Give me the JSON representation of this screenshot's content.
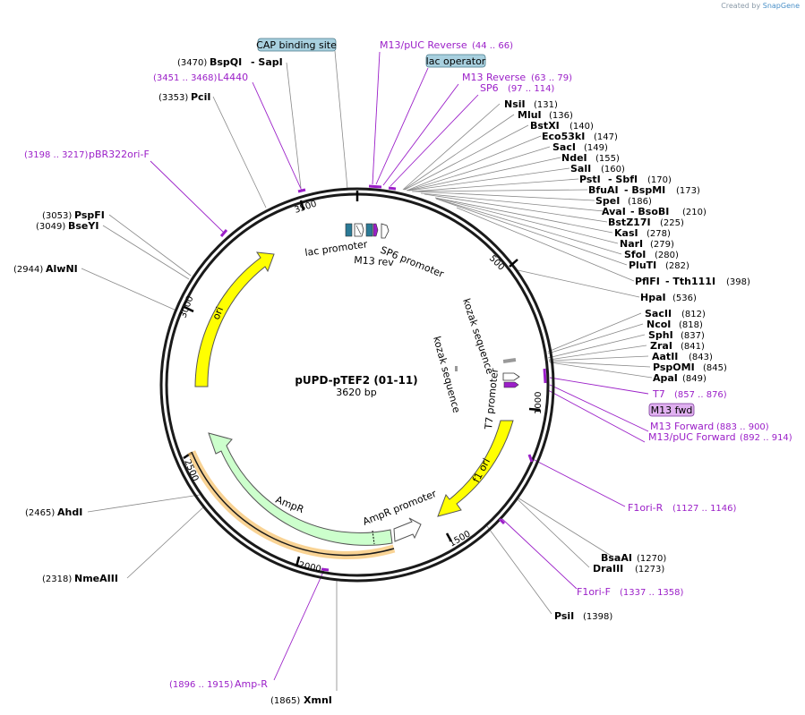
{
  "credit": {
    "prefix": "Created by",
    "brand": "SnapGene"
  },
  "plasmid": {
    "name": "pUPD-pTEF2 (01-11)",
    "length": "3620 bp"
  },
  "ticks": [
    "500",
    "1000",
    "1500",
    "2000",
    "2500",
    "3000",
    "3500"
  ],
  "boxed_labels": [
    {
      "text": "CAP binding site",
      "fill": "#a8d0df"
    },
    {
      "text": "lac operator",
      "fill": "#a8d0df"
    },
    {
      "text": "M13 fwd",
      "fill": "#e0b0f0"
    }
  ],
  "enzymes_right": [
    {
      "name": "NsiI",
      "pos": "(131)"
    },
    {
      "name": "MluI",
      "pos": "(136)"
    },
    {
      "name": "BstXI",
      "pos": "(140)"
    },
    {
      "name": "Eco53kI",
      "pos": "(147)"
    },
    {
      "name": "SacI",
      "pos": "(149)"
    },
    {
      "name": "NdeI",
      "pos": "(155)"
    },
    {
      "name": "SalI",
      "pos": "(160)"
    },
    {
      "name": "PstI",
      "name2": "- SbfI",
      "pos": "(170)"
    },
    {
      "name": "BfuAI",
      "name2": "- BspMI",
      "pos": "(173)"
    },
    {
      "name": "SpeI",
      "pos": "(186)"
    },
    {
      "name": "AvaI",
      "name2": "- BsoBI",
      "pos": "(210)"
    },
    {
      "name": "BstZ17I",
      "pos": "(225)"
    },
    {
      "name": "KasI",
      "pos": "(278)"
    },
    {
      "name": "NarI",
      "pos": "(279)"
    },
    {
      "name": "SfoI",
      "pos": "(280)"
    },
    {
      "name": "PluTI",
      "pos": "(282)"
    },
    {
      "name": "PflFI",
      "name2": "- Tth111I",
      "pos": "(398)"
    },
    {
      "name": "HpaI",
      "pos": "(536)"
    },
    {
      "name": "SacII",
      "pos": "(812)"
    },
    {
      "name": "NcoI",
      "pos": "(818)"
    },
    {
      "name": "SphI",
      "pos": "(837)"
    },
    {
      "name": "ZraI",
      "pos": "(841)"
    },
    {
      "name": "AatII",
      "pos": "(843)"
    },
    {
      "name": "PspOMI",
      "pos": "(845)"
    },
    {
      "name": "ApaI",
      "pos": "(849)"
    },
    {
      "name": "BsaAI",
      "pos": "(1270)"
    },
    {
      "name": "DraIII",
      "pos": "(1273)"
    },
    {
      "name": "PsiI",
      "pos": "(1398)"
    }
  ],
  "enzymes_left": [
    {
      "name": "BspQI",
      "name2": "- SapI",
      "pos": "(3470)"
    },
    {
      "name": "PciI",
      "pos": "(3353)"
    },
    {
      "name": "PspFI",
      "pos": "(3053)"
    },
    {
      "name": "BseYI",
      "pos": "(3049)"
    },
    {
      "name": "AlwNI",
      "pos": "(2944)"
    },
    {
      "name": "AhdI",
      "pos": "(2465)"
    },
    {
      "name": "NmeAIII",
      "pos": "(2318)"
    },
    {
      "name": "XmnI",
      "pos": "(1865)"
    }
  ],
  "primers": [
    {
      "name": "M13/pUC Reverse",
      "pos": "(44 .. 66)"
    },
    {
      "name": "M13 Reverse",
      "pos": "(63 .. 79)"
    },
    {
      "name": "SP6",
      "pos": "(97 .. 114)"
    },
    {
      "name": "L4440",
      "pos": "(3451 .. 3468)"
    },
    {
      "name": "pBR322ori-F",
      "pos": "(3198 .. 3217)"
    },
    {
      "name": "T7",
      "pos": "(857 .. 876)"
    },
    {
      "name": "M13 Forward",
      "pos": "(883 .. 900)"
    },
    {
      "name": "M13/pUC Forward",
      "pos": "(892 .. 914)"
    },
    {
      "name": "F1ori-R",
      "pos": "(1127 .. 1146)"
    },
    {
      "name": "F1ori-F",
      "pos": "(1337 .. 1358)"
    },
    {
      "name": "Amp-R",
      "pos": "(1896 .. 1915)"
    }
  ],
  "features": {
    "lac_promoter": "lac promoter",
    "m13_rev": "M13 rev",
    "sp6_promoter": "SP6 promoter",
    "kozak1": "kozak sequence",
    "kozak2": "kozak sequence",
    "t7_promoter": "T7 promoter",
    "f1_ori": "f1 ori",
    "ampr_promoter": "AmpR promoter",
    "ampr": "AmpR",
    "ori": "ori"
  },
  "colors": {
    "backbone": "#1a1a1a",
    "primer": "#9b1fc8",
    "ori_yellow": "#ffff00",
    "ampr_green": "#ccffcc",
    "primer_orange": "#f6c066",
    "lac_blue": "#2b7a96"
  }
}
